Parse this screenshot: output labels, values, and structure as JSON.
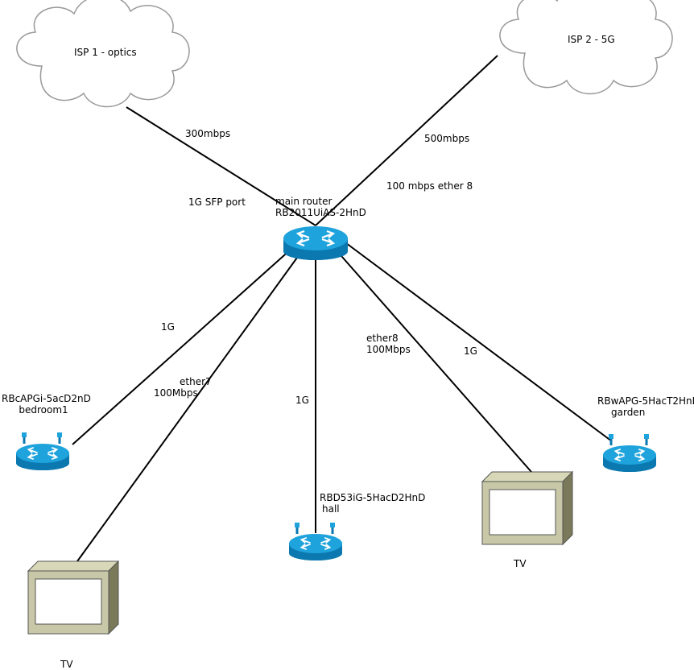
{
  "clouds": {
    "isp1": "ISP 1 - optics",
    "isp2": "ISP 2 - 5G"
  },
  "links": {
    "isp1_speed": "300mbps",
    "isp1_port": "1G SFP port",
    "isp2_speed": "500mbps",
    "isp2_port": "100 mbps ether 8",
    "bedroom_speed": "1G",
    "tv1_port": "ether7",
    "tv1_speed": "100Mbps",
    "hall_speed": "1G",
    "tv2_port": "ether8",
    "tv2_speed": "100Mbps",
    "garden_speed": "1G"
  },
  "main_router": {
    "name": "main router",
    "model": "RB2011UiAS-2HnD"
  },
  "access_points": {
    "bedroom": {
      "model": "RBcAPGi-5acD2nD",
      "location": "bedroom1"
    },
    "hall": {
      "model": "RBD53iG-5HacD2HnD",
      "location": "hall"
    },
    "garden": {
      "model": "RBwAPG-5HacT2HnD",
      "location": "garden"
    }
  },
  "tvs": {
    "tv1": "TV",
    "tv2": "TV"
  },
  "colors": {
    "router_top": "#1fa3dc",
    "router_side": "#0b79b0",
    "tv_frame": "#c8c8a8",
    "tv_shade": "#7a7a5a"
  }
}
